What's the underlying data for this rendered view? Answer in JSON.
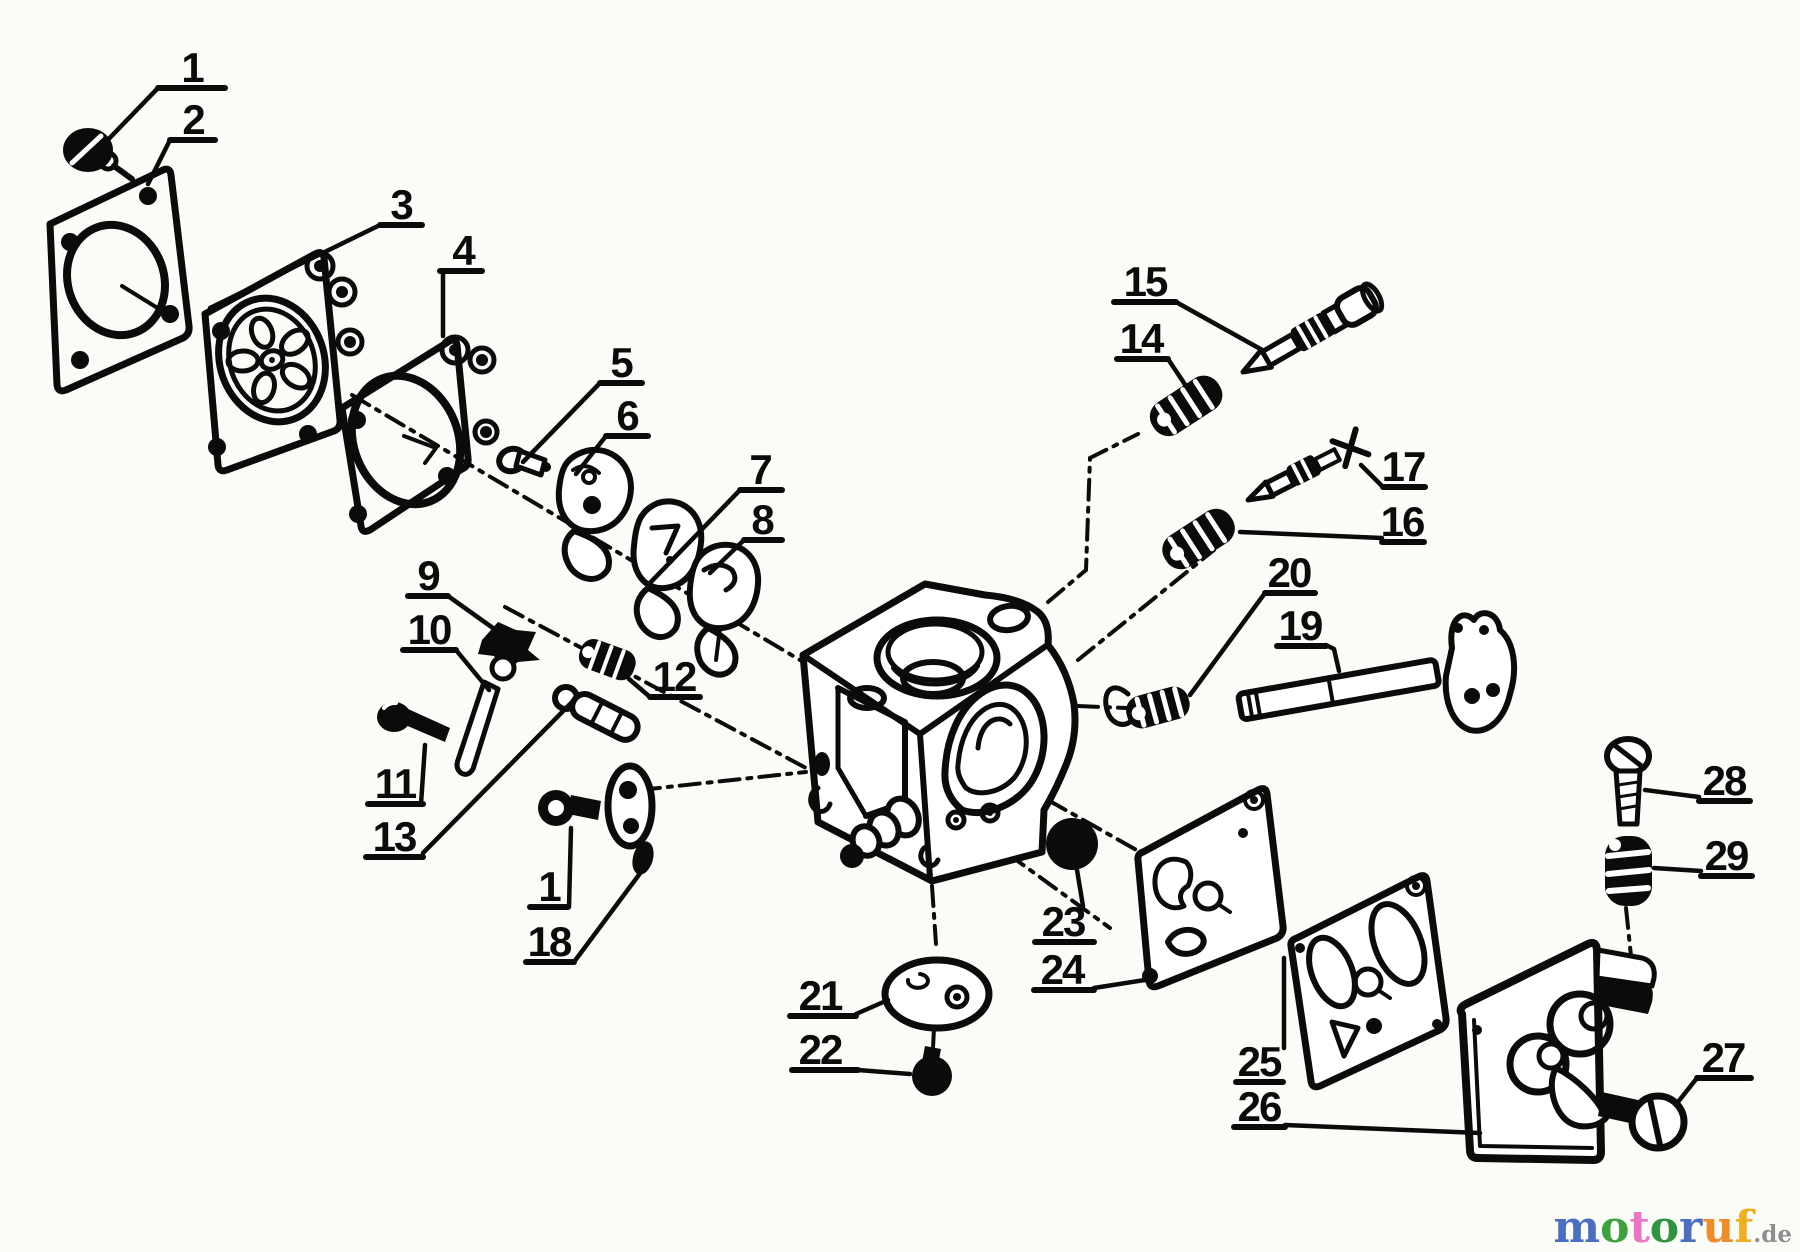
{
  "page": {
    "background": "#fbfbf8",
    "ink": "#0b0b0b"
  },
  "callouts": [
    {
      "id": "1a",
      "label": "1",
      "text": [
        192,
        82
      ],
      "underline": [
        158,
        225,
        88
      ],
      "leader": [
        [
          158,
          88
        ],
        [
          100,
          148
        ]
      ]
    },
    {
      "id": "2",
      "label": "2",
      "text": [
        193,
        134
      ],
      "underline": [
        170,
        215,
        140
      ],
      "leader": [
        [
          170,
          140
        ],
        [
          148,
          184
        ]
      ]
    },
    {
      "id": "3",
      "label": "3",
      "text": [
        401,
        219
      ],
      "underline": [
        380,
        422,
        225
      ],
      "leader": [
        [
          380,
          225
        ],
        [
          210,
          308
        ]
      ]
    },
    {
      "id": "4",
      "label": "4",
      "text": [
        463,
        265
      ],
      "underline": [
        440,
        482,
        271
      ],
      "leader": [
        [
          443,
          271
        ],
        [
          443,
          336
        ]
      ]
    },
    {
      "id": "5",
      "label": "5",
      "text": [
        621,
        377
      ],
      "underline": [
        600,
        642,
        383
      ],
      "leader": [
        [
          600,
          383
        ],
        [
          523,
          462
        ]
      ]
    },
    {
      "id": "6",
      "label": "6",
      "text": [
        627,
        430
      ],
      "underline": [
        606,
        648,
        436
      ],
      "leader": [
        [
          606,
          436
        ],
        [
          576,
          474
        ]
      ]
    },
    {
      "id": "7",
      "label": "7",
      "text": [
        760,
        484
      ],
      "underline": [
        740,
        782,
        490
      ],
      "leader": [
        [
          740,
          490
        ],
        [
          648,
          585
        ]
      ]
    },
    {
      "id": "8",
      "label": "8",
      "text": [
        762,
        534
      ],
      "underline": [
        744,
        782,
        540
      ],
      "leader": [
        [
          744,
          540
        ],
        [
          710,
          573
        ]
      ]
    },
    {
      "id": "9",
      "label": "9",
      "text": [
        428,
        590
      ],
      "underline": [
        408,
        448,
        596
      ],
      "leader": [
        [
          448,
          596
        ],
        [
          500,
          633
        ]
      ]
    },
    {
      "id": "10",
      "label": "10",
      "text": [
        429,
        644
      ],
      "underline": [
        403,
        456,
        650
      ],
      "leader": [
        [
          456,
          650
        ],
        [
          489,
          690
        ]
      ]
    },
    {
      "id": "11",
      "label": "11",
      "text": [
        395,
        798
      ],
      "underline": [
        368,
        423,
        804
      ],
      "leader": [
        [
          421,
          804
        ],
        [
          425,
          745
        ]
      ]
    },
    {
      "id": "13",
      "label": "13",
      "text": [
        394,
        851
      ],
      "underline": [
        366,
        423,
        857
      ],
      "leader": [
        [
          423,
          853
        ],
        [
          577,
          697
        ]
      ]
    },
    {
      "id": "12",
      "label": "12",
      "text": [
        674,
        691
      ],
      "underline": [
        650,
        700,
        697
      ],
      "leader": [
        [
          650,
          697
        ],
        [
          629,
          679
        ]
      ]
    },
    {
      "id": "1b",
      "label": "1",
      "text": [
        549,
        901
      ],
      "underline": [
        530,
        568,
        907
      ],
      "leader": [
        [
          569,
          907
        ],
        [
          571,
          828
        ]
      ]
    },
    {
      "id": "18",
      "label": "18",
      "text": [
        549,
        956
      ],
      "underline": [
        526,
        574,
        962
      ],
      "leader": [
        [
          574,
          962
        ],
        [
          641,
          872
        ]
      ]
    },
    {
      "id": "14",
      "label": "14",
      "text": [
        1141,
        353
      ],
      "underline": [
        1117,
        1168,
        359
      ],
      "leader": [
        [
          1168,
          359
        ],
        [
          1186,
          386
        ]
      ]
    },
    {
      "id": "15",
      "label": "15",
      "text": [
        1145,
        296
      ],
      "underline": [
        1114,
        1176,
        302
      ],
      "leader": [
        [
          1176,
          302
        ],
        [
          1264,
          351
        ]
      ]
    },
    {
      "id": "16",
      "label": "16",
      "text": [
        1402,
        536
      ],
      "underline": [
        1382,
        1424,
        542
      ],
      "leader": [
        [
          1382,
          538
        ],
        [
          1240,
          532
        ]
      ]
    },
    {
      "id": "17",
      "label": "17",
      "text": [
        1403,
        481
      ],
      "underline": [
        1383,
        1425,
        487
      ],
      "leader": [
        [
          1383,
          487
        ],
        [
          1361,
          465
        ]
      ]
    },
    {
      "id": "19",
      "label": "19",
      "text": [
        1300,
        640
      ],
      "underline": [
        1277,
        1326,
        646
      ],
      "leader": [
        [
          1326,
          645
        ],
        [
          1334,
          649
        ],
        [
          1339,
          671
        ]
      ]
    },
    {
      "id": "20",
      "label": "20",
      "text": [
        1289,
        587
      ],
      "underline": [
        1265,
        1315,
        593
      ],
      "leader": [
        [
          1265,
          593
        ],
        [
          1190,
          695
        ]
      ]
    },
    {
      "id": "21",
      "label": "21",
      "text": [
        820,
        1010
      ],
      "underline": [
        790,
        856,
        1016
      ],
      "leader": [
        [
          856,
          1014
        ],
        [
          888,
          1000
        ]
      ]
    },
    {
      "id": "22",
      "label": "22",
      "text": [
        820,
        1064
      ],
      "underline": [
        792,
        858,
        1070
      ],
      "leader": [
        [
          858,
          1070
        ],
        [
          910,
          1074
        ]
      ]
    },
    {
      "id": "23",
      "label": "23",
      "text": [
        1063,
        936
      ],
      "underline": [
        1035,
        1094,
        942
      ],
      "leader": [
        [
          1083,
          906
        ],
        [
          1077,
          870
        ]
      ]
    },
    {
      "id": "24",
      "label": "24",
      "text": [
        1062,
        984
      ],
      "underline": [
        1034,
        1094,
        990
      ],
      "leader": [
        [
          1094,
          988
        ],
        [
          1145,
          980
        ]
      ]
    },
    {
      "id": "25",
      "label": "25",
      "text": [
        1259,
        1076
      ],
      "underline": [
        1236,
        1283,
        1082
      ],
      "leader": [
        [
          1284,
          1048
        ],
        [
          1284,
          958
        ]
      ]
    },
    {
      "id": "26",
      "label": "26",
      "text": [
        1259,
        1121
      ],
      "underline": [
        1234,
        1285,
        1127
      ],
      "leader": [
        [
          1285,
          1125
        ],
        [
          1480,
          1133
        ]
      ]
    },
    {
      "id": "27",
      "label": "27",
      "text": [
        1723,
        1072
      ],
      "underline": [
        1697,
        1751,
        1078
      ],
      "leader": [
        [
          1697,
          1078
        ],
        [
          1678,
          1102
        ]
      ]
    },
    {
      "id": "28",
      "label": "28",
      "text": [
        1724,
        795
      ],
      "underline": [
        1699,
        1750,
        801
      ],
      "leader": [
        [
          1699,
          797
        ],
        [
          1645,
          790
        ]
      ]
    },
    {
      "id": "29",
      "label": "29",
      "text": [
        1726,
        870
      ],
      "underline": [
        1701,
        1752,
        876
      ],
      "leader": [
        [
          1701,
          871
        ],
        [
          1654,
          868
        ]
      ]
    }
  ],
  "watermark": {
    "letters": [
      {
        "ch": "m",
        "color": "#4a6fc0"
      },
      {
        "ch": "o",
        "color": "#3da23d"
      },
      {
        "ch": "t",
        "color": "#ea75c5"
      },
      {
        "ch": "o",
        "color": "#2e9440"
      },
      {
        "ch": "r",
        "color": "#4a6fc0"
      },
      {
        "ch": "u",
        "color": "#f08c28"
      },
      {
        "ch": "f",
        "color": "#eeb01e"
      }
    ],
    "suffix": ".de",
    "suffix_color": "#8f8f8f"
  }
}
